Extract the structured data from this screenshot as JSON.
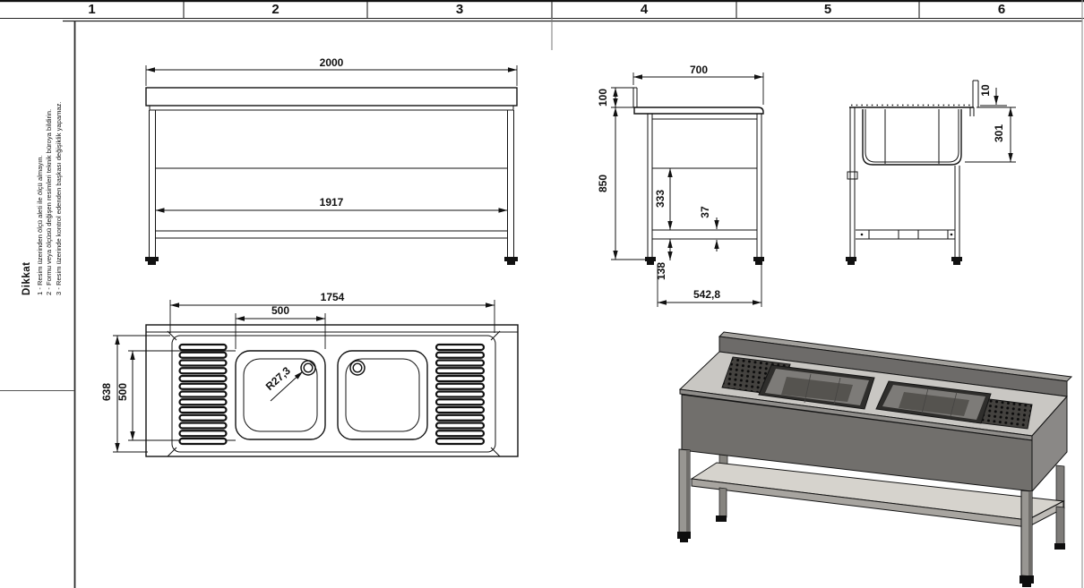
{
  "sheet": {
    "columns": [
      "1",
      "2",
      "3",
      "4",
      "5",
      "6"
    ],
    "notes": {
      "title": "Dikkat",
      "items": [
        "1 - Resim üzerinden ölçü aleti ile ölçü almayın.",
        "2 - Formu veya ölçüsü değişen resimleri teknik büroya bildirin.",
        "3 - Resim üzerinde kontrol edenden başkası değişiklik yapamaz."
      ]
    }
  },
  "dims": {
    "front": {
      "width": "2000",
      "shelf": "1917"
    },
    "side": {
      "depth": "700",
      "splash": "100",
      "height": "850",
      "panel_shelf": "333",
      "shelf_thickness": "37",
      "shelf_floor": "138",
      "span": "542,8"
    },
    "section": {
      "lip": "10",
      "bowl_depth": "301"
    },
    "plan": {
      "width": "1754",
      "bowl_width": "500",
      "depth": "638",
      "bowl_length": "500",
      "corner_radius": "R27,3"
    }
  },
  "colors": {
    "line": "#111111",
    "render_top": "#c9c7c3",
    "render_front": "#716f6c",
    "render_splash": "#6d6b69",
    "render_shelf": "#d6d3cd",
    "render_bowl_dark": "#2f2e2c"
  }
}
